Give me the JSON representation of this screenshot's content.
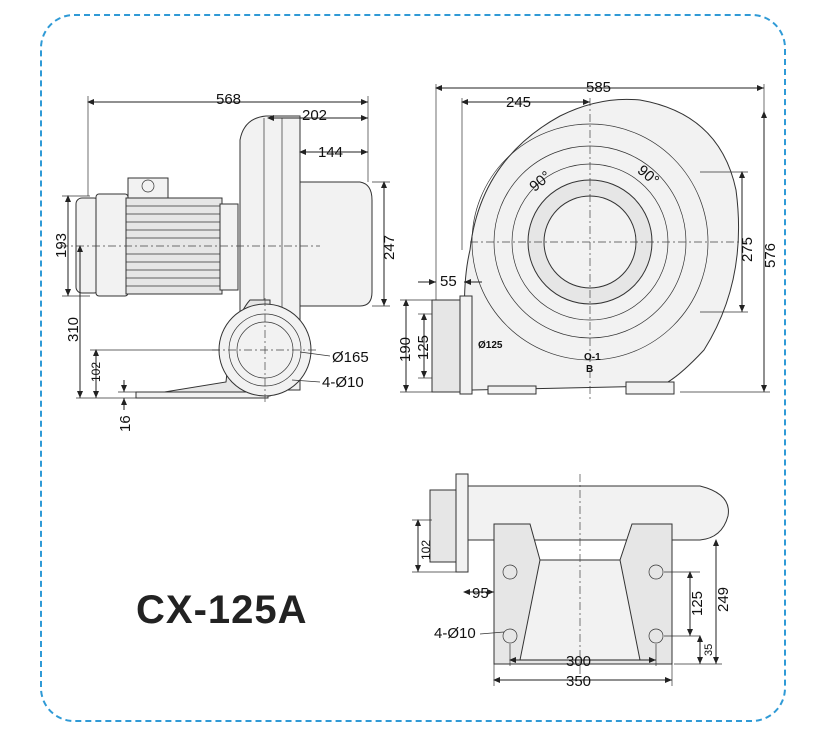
{
  "model": "CX-125A",
  "frame_color": "#2f9ad6",
  "side_view": {
    "overall_length": "568",
    "casing_width": "202",
    "outlet_depth": "144",
    "outlet_height": "247",
    "motor_height": "193",
    "shaft_height": "310",
    "base_height": "102",
    "foot_thickness": "16",
    "inlet_diameter": "Ø165",
    "bolt_holes": "4-Ø10"
  },
  "front_view": {
    "overall_width": "585",
    "offset_width": "245",
    "flange_depth": "55",
    "inlet_height": "275",
    "overall_height": "576",
    "outlet_height": "190",
    "outlet_inner": "125",
    "angle_left": "90°",
    "angle_right": "90°",
    "outlet_label": "Ø125",
    "rotation_mark": "O-1",
    "rotation_mark_2": "B"
  },
  "bottom_view": {
    "flange_height": "102",
    "foot_offset": "95",
    "hole_spacing_v": "125",
    "base_depth": "249",
    "edge_offset": "35",
    "hole_spacing_h": "300",
    "base_width": "350",
    "bolt_holes": "4-Ø10"
  }
}
